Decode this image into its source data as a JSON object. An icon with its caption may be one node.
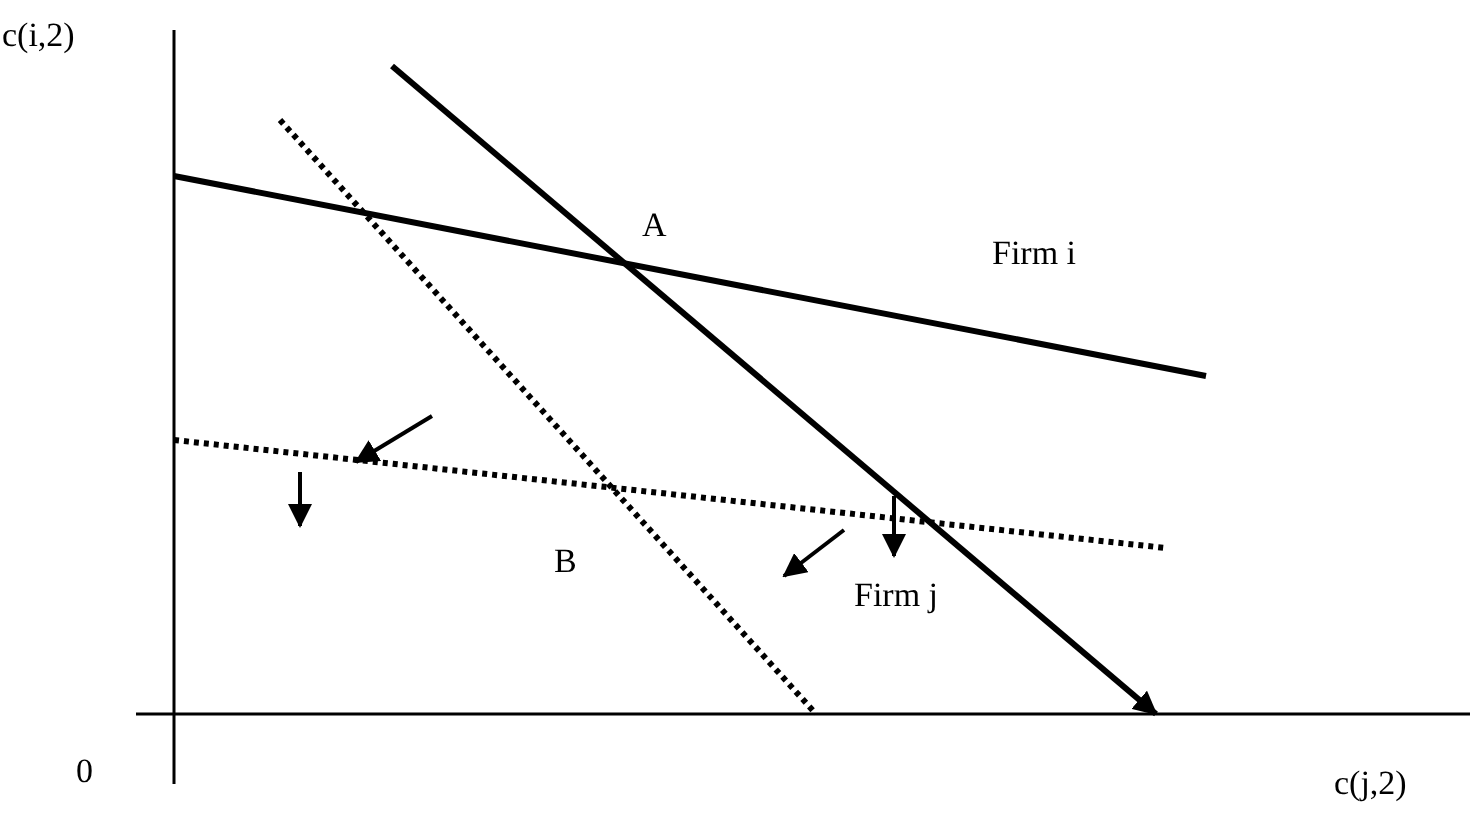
{
  "diagram": {
    "labels": [
      "c(i,2)",
      "A",
      "Firm i",
      "B",
      "Firm j",
      "0",
      "c(j,2)"
    ]
  }
}
